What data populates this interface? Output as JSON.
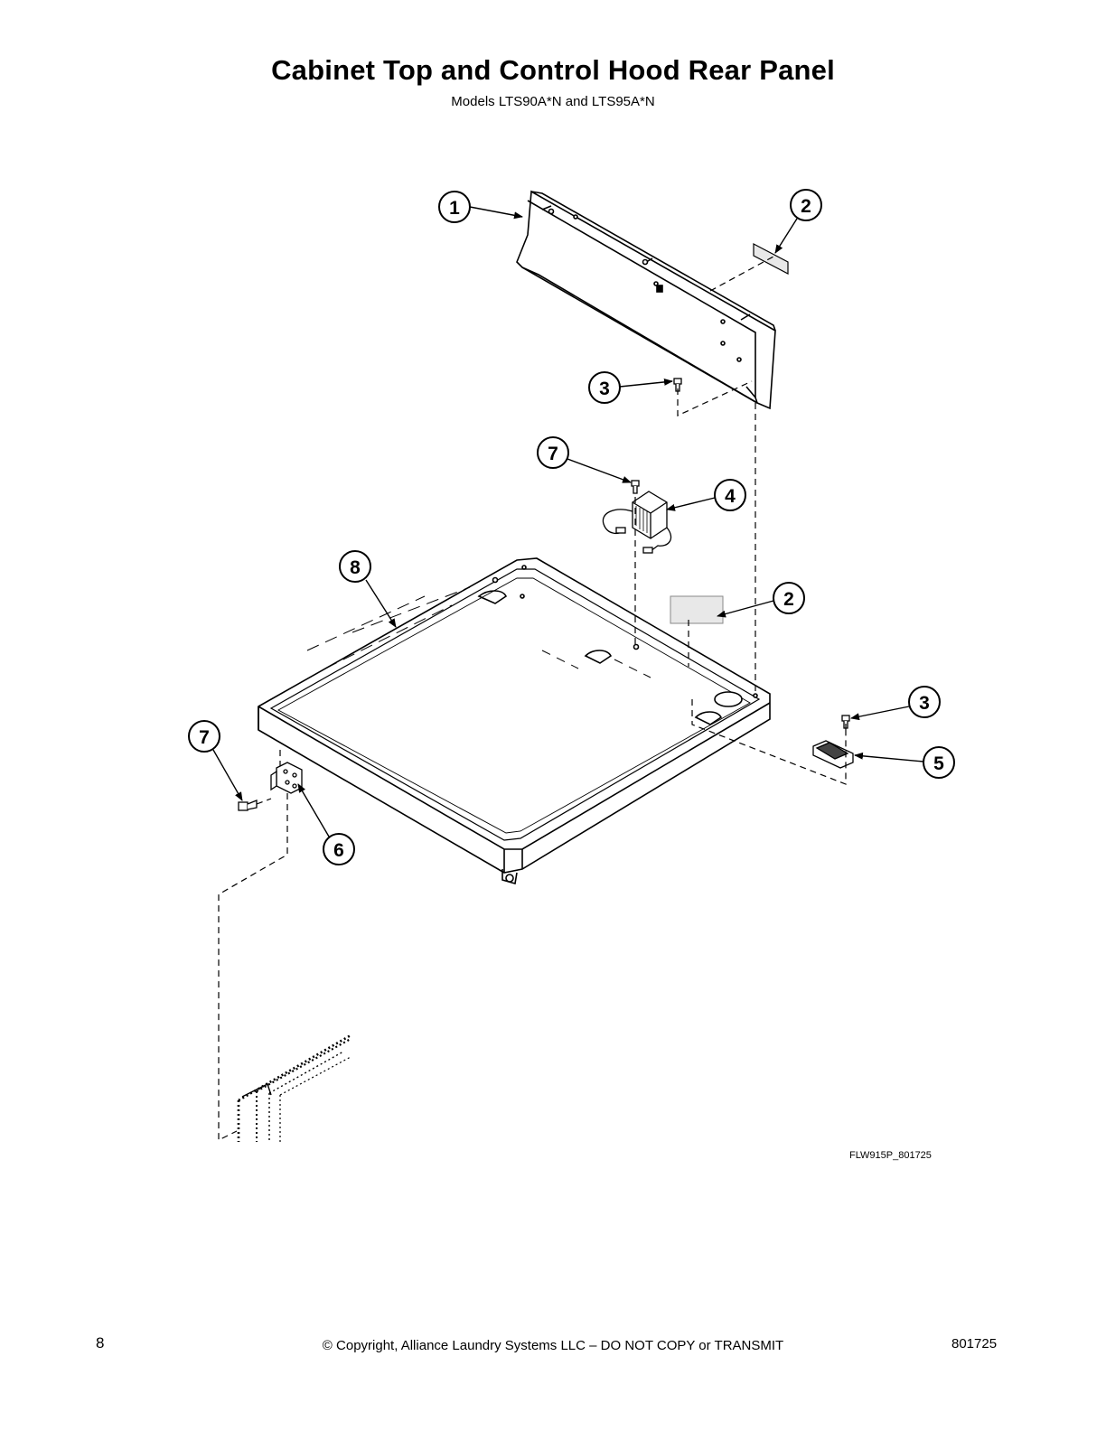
{
  "header": {
    "title": "Cabinet Top and Control Hood Rear Panel",
    "subtitle": "Models LTS90A*N and LTS95A*N"
  },
  "callouts": {
    "c1": "1",
    "c2a": "2",
    "c3a": "3",
    "c7a": "7",
    "c4": "4",
    "c8": "8",
    "c2b": "2",
    "c3b": "3",
    "c7b": "7",
    "c5": "5",
    "c6": "6"
  },
  "drawing_id": "FLW915P_801725",
  "footer": {
    "page_number": "8",
    "copyright": "© Copyright, Alliance Laundry Systems LLC – DO NOT COPY or TRANSMIT",
    "doc_number": "801725"
  }
}
